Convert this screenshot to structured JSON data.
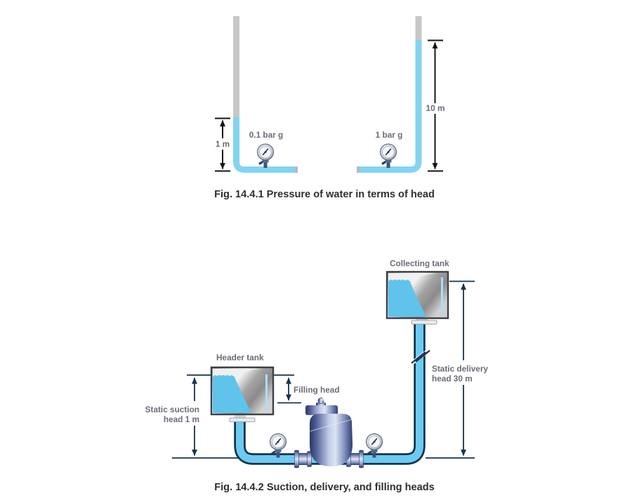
{
  "figure1": {
    "caption": "Fig. 14.4.1 Pressure of water in terms of head",
    "left": {
      "gauge_label": "0.1 bar g",
      "dimension_label": "1 m"
    },
    "right": {
      "gauge_label": "1 bar g",
      "dimension_label": "10 m"
    }
  },
  "figure2": {
    "caption": "Fig. 14.4.2 Suction, delivery, and filling heads",
    "header_tank_label": "Header tank",
    "collecting_tank_label": "Collecting tank",
    "filling_head_label": "Filling head",
    "static_suction": {
      "line1": "Static suction",
      "line2": "head 1 m"
    },
    "static_delivery": {
      "line1": "Static delivery",
      "line2": "head 30 m"
    }
  },
  "colors": {
    "water_fig1": "#83d4f2",
    "water_fig2": "#6dcbf1",
    "tank_water": "#5fc3ec",
    "empty_pipe_gray": "#c7c7c7",
    "pipe_outline": "#16334d",
    "label_text": "#6f6a79",
    "caption_text": "#2f2f2f",
    "dimension_fig1": "#141414"
  }
}
